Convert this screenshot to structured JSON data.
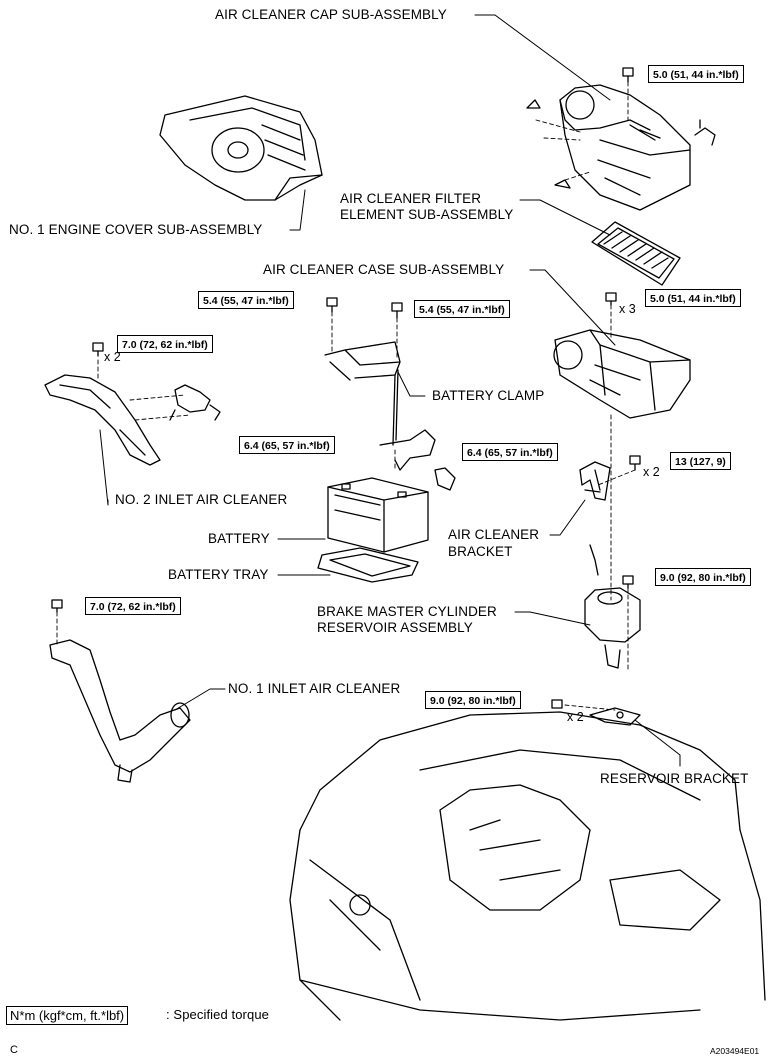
{
  "labels": {
    "air_cleaner_cap": "AIR CLEANER CAP SUB-ASSEMBLY",
    "engine_cover": "NO. 1 ENGINE COVER SUB-ASSEMBLY",
    "filter_element_line1": "AIR CLEANER FILTER",
    "filter_element_line2": "ELEMENT SUB-ASSEMBLY",
    "air_cleaner_case": "AIR CLEANER CASE SUB-ASSEMBLY",
    "battery_clamp": "BATTERY CLAMP",
    "no2_inlet": "NO. 2 INLET AIR CLEANER",
    "battery": "BATTERY",
    "battery_tray": "BATTERY TRAY",
    "air_cleaner_bracket_line1": "AIR CLEANER",
    "air_cleaner_bracket_line2": "BRACKET",
    "brake_reservoir_line1": "BRAKE MASTER CYLINDER",
    "brake_reservoir_line2": "RESERVOIR ASSEMBLY",
    "no1_inlet": "NO. 1 INLET AIR CLEANER",
    "reservoir_bracket": "RESERVOIR BRACKET"
  },
  "torques": {
    "cap": "5.0 (51, 44 in.*lbf)",
    "clamp_left": "5.4 (55, 47 in.*lbf)",
    "clamp_right": "5.4 (55, 47 in.*lbf)",
    "case": "5.0 (51, 44 in.*lbf)",
    "no2_inlet": "7.0 (72, 62 in.*lbf)",
    "terminal_left": "6.4 (65, 57 in.*lbf)",
    "terminal_right": "6.4 (65, 57 in.*lbf)",
    "bracket": "13 (127, 9)",
    "reservoir": "9.0 (92, 80 in.*lbf)",
    "no1_inlet": "7.0 (72, 62 in.*lbf)",
    "reservoir_bracket": "9.0 (92, 80 in.*lbf)"
  },
  "multipliers": {
    "case": "x 3",
    "no2_inlet": "x 2",
    "bracket": "x 2",
    "reservoir_bracket": "x 2"
  },
  "legend": {
    "unit": "N*m (kgf*cm, ft.*lbf)",
    "description": ": Specified torque"
  },
  "footer": {
    "corner_letter": "C",
    "figure_id": "A203494E01"
  }
}
